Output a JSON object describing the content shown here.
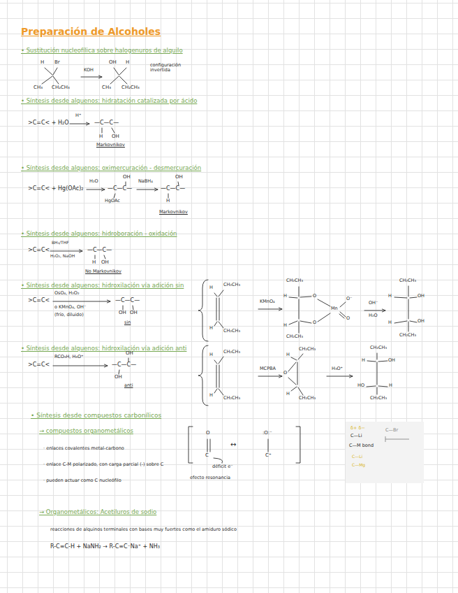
{
  "diagram": {
    "title": "Preparación de Alcoholes",
    "labels": [
      "• Sustitución nucleofílica sobre halogenuros de alquilo",
      "H",
      "Br",
      "CH₃",
      "CH₂CH₃",
      "KOH",
      "OH",
      "H",
      "CH₃",
      "CH₂CH₃",
      "configuración invertida",
      "• Síntesis desde alquenos: hidratación catalizada por ácido",
      ">C=C< + H₂O",
      "H⁺",
      "—C—C—",
      "H",
      "OH",
      "Markovnikov",
      "• Síntesis desde alquenos: oximercuración - desmercuración",
      ">C=C< + Hg(OAc)₂",
      "H₂O",
      "—C—C—",
      "OH",
      "HgOAc",
      "NaBH₄",
      "—C—C—",
      "OH",
      "H",
      "Markovnikov",
      "• Síntesis desde alquenos: hidroboración - oxidación",
      ">C=C<",
      "BH₃/THF",
      "H₂O₂, NaOH",
      "—C—C—",
      "H",
      "OH",
      "No Markovnikov",
      "• Síntesis desde alquenos: hidroxilación vía adición sin",
      ">C=C<",
      "OsO₄, H₂O₂",
      "o KMnO₄, OH⁻",
      "(frío, diluido)",
      "—C—C—",
      "OH",
      "OH",
      "sin",
      "H",
      "CH₂CH₃",
      "H",
      "CH₂CH₃",
      "KMnO₄",
      "CH₂CH₃",
      "H",
      "O",
      "Mn",
      "O⁻",
      "O",
      "O",
      "H",
      "CH₂CH₃",
      "OH⁻",
      "H₂O",
      "CH₂CH₃",
      "H",
      "OH",
      "OH",
      "H",
      "CH₂CH₃",
      "• Síntesis desde alquenos: hidroxilación vía adición anti",
      ">C=C<",
      "RCO₃H, H₃O⁺",
      "—C—C—",
      "OH",
      "OH",
      "anti",
      "H",
      "CH₂CH₃",
      "H",
      "CH₂CH₃",
      "MCPBA",
      "H",
      "CH₂CH₃",
      "O",
      "H",
      "CH₂CH₃",
      "H₃O⁺",
      "CH₂CH₃",
      "H",
      "OH",
      "HO",
      "CH₂CH₃",
      "H",
      "• Síntesis desde compuestos carbonílicos",
      "→ compuestos organometálicos",
      "· enlaces covalentes metal-carbono",
      "· enlace C-M polarizado, con carga parcial (-) sobre C",
      "· pueden actuar como C nucleófilo",
      "O",
      "C",
      "↔",
      ":O:⁻",
      "C⁺",
      "déficit e⁻",
      "efecto resonancia",
      "δ+ δ−",
      "C—Li",
      "C—M bond",
      "C—Li",
      "C—Mg",
      "C—Br",
      "→ Organometálicos: Acetiluros de sodio",
      "reacciones de alquinos terminales con bases muy fuertes como el amiduro sódico",
      "R-C≡C-H + NaNH₂ → R-C≡C⁻Na⁺ + NH₃"
    ]
  }
}
